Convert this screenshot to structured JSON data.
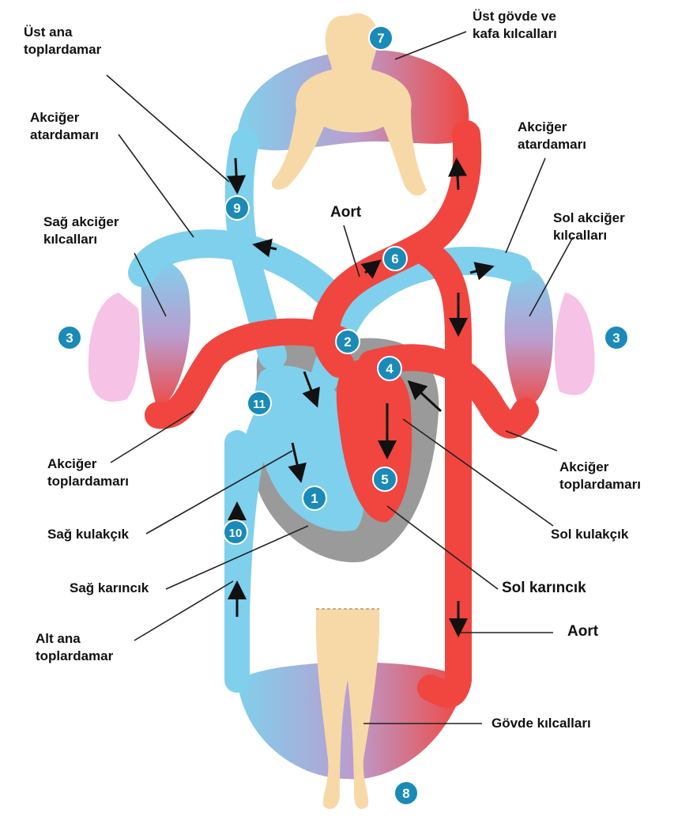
{
  "labels": {
    "ust_ana_toplardamar": [
      "Üst ana",
      "toplardamar"
    ],
    "ust_govde_kafa": [
      "Üst gövde ve",
      "kafa kılcalları"
    ],
    "akciger_atardamari_left": [
      "Akciğer",
      "atardamarı"
    ],
    "akciger_atardamari_right": [
      "Akciğer",
      "atardamarı"
    ],
    "aort_top": "Aort",
    "sag_akciger_kilcallari": [
      "Sağ akciğer",
      "kılcalları"
    ],
    "sol_akciger_kilcallari": [
      "Sol akciğer",
      "kılcalları"
    ],
    "akciger_toplardamari_left": [
      "Akciğer",
      "toplardamarı"
    ],
    "akciger_toplardamari_right": [
      "Akciğer",
      "toplardamarı"
    ],
    "sag_kulakcik": "Sağ kulakçık",
    "sol_kulakcik": "Sol kulakçık",
    "sag_karincik": "Sağ karıncık",
    "sol_karincik": "Sol karıncık",
    "alt_ana_toplardamar": [
      "Alt ana",
      "toplardamar"
    ],
    "aort_bottom": "Aort",
    "govde_kilcallari": "Gövde kılcalları"
  },
  "markers": [
    "1",
    "2",
    "3",
    "3",
    "4",
    "5",
    "6",
    "7",
    "8",
    "9",
    "10",
    "11"
  ],
  "colors": {
    "oxygenated": "#f0463f",
    "deoxygenated": "#7fd0ec",
    "mixed": "#b99ed0",
    "lung": "#f6c2e6",
    "skin": "#f7d9a8",
    "marker": "#1a8ab8",
    "shadow": "#9a9a9a"
  }
}
